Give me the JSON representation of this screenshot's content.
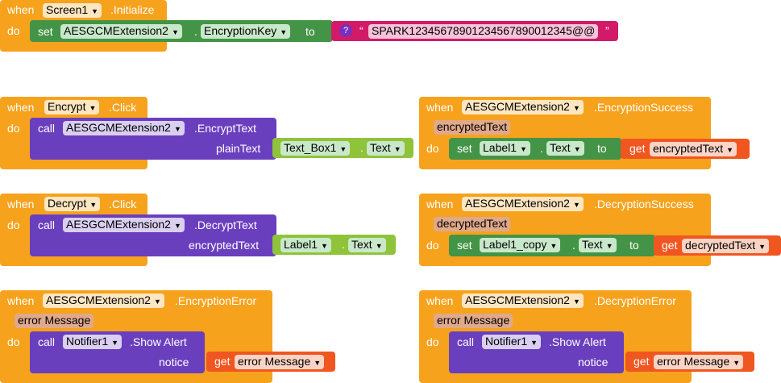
{
  "keywords": {
    "when": "when",
    "do": "do",
    "set": "set",
    "to": "to",
    "call": "call",
    "get": "get",
    "dot": ".",
    "open_quote": "“",
    "close_quote": "”",
    "question": "?"
  },
  "blocks": {
    "screen_init": {
      "component": "Screen1",
      "event": ".Initialize",
      "set_component": "AESGCMExtension2",
      "set_property": "EncryptionKey",
      "key_value": "SPARK12345678901234567890012345@@"
    },
    "encrypt_click": {
      "component": "Encrypt",
      "event": ".Click",
      "call_component": "AESGCMExtension2",
      "method": ".EncryptText",
      "arg_label": "plainText",
      "arg_component": "Text_Box1",
      "arg_property": "Text"
    },
    "decrypt_click": {
      "component": "Decrypt",
      "event": ".Click",
      "call_component": "AESGCMExtension2",
      "method": ".DecryptText",
      "arg_label": "encryptedText",
      "arg_component": "Label1",
      "arg_property": "Text"
    },
    "encryption_success": {
      "component": "AESGCMExtension2",
      "event": ".EncryptionSuccess",
      "param": "encryptedText",
      "set_component": "Label1",
      "set_property": "Text",
      "get_var": "encryptedText"
    },
    "decryption_success": {
      "component": "AESGCMExtension2",
      "event": ".DecryptionSuccess",
      "param": "decryptedText",
      "set_component": "Label1_copy",
      "set_property": "Text",
      "get_var": "decryptedText"
    },
    "encryption_error": {
      "component": "AESGCMExtension2",
      "event": ".EncryptionError",
      "param": "error Message",
      "call_component": "Notifier1",
      "method": ".Show Alert",
      "arg_label": "notice",
      "get_var": "error Message"
    },
    "decryption_error": {
      "component": "AESGCMExtension2",
      "event": ".DecryptionError",
      "param": "error Message",
      "call_component": "Notifier1",
      "method": ".Show Alert",
      "arg_label": "notice",
      "get_var": "error Message"
    }
  },
  "colors": {
    "event_block": "#f6a21d",
    "setter_block": "#439446",
    "component_block": "#8fc33a",
    "method_block": "#6a3fbd",
    "getter_block": "#f0561f",
    "text_block": "#d31a68"
  }
}
